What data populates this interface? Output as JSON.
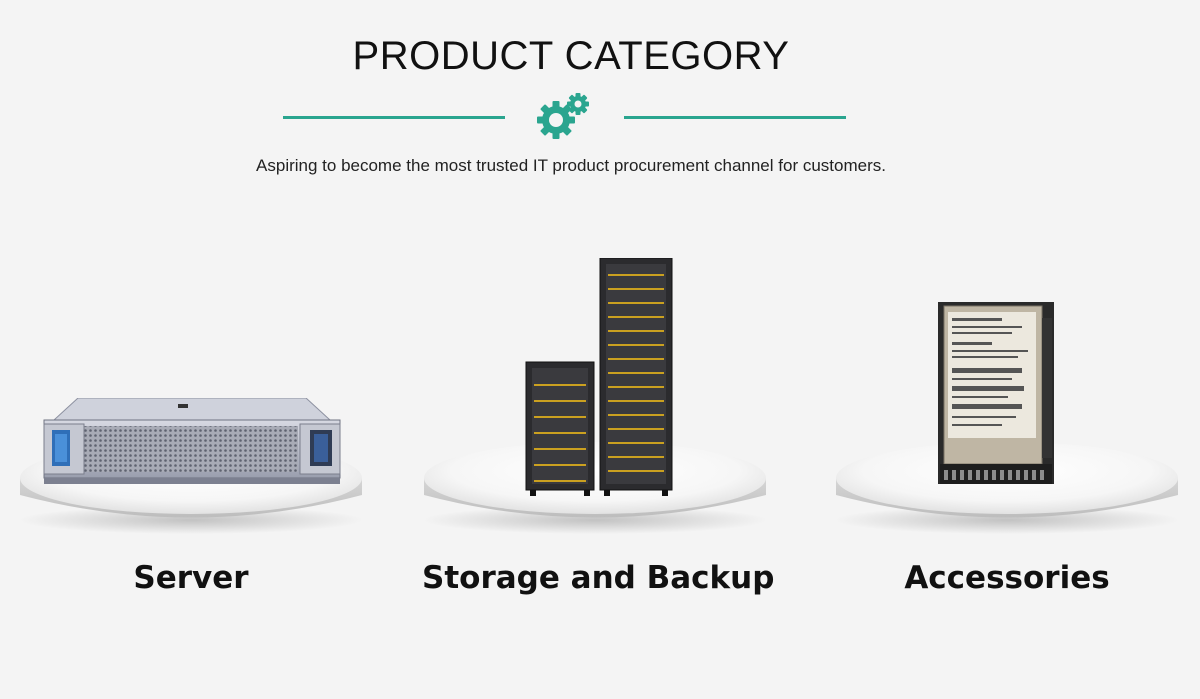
{
  "header": {
    "title": "PRODUCT CATEGORY",
    "subtitle": "Aspiring to become the most trusted IT product procurement channel for customers.",
    "accent_color": "#2aa58f",
    "icon": "gear-icon"
  },
  "categories": [
    {
      "label": "Server",
      "image": "rack-server-image"
    },
    {
      "label": "Storage and Backup",
      "image": "storage-rack-image"
    },
    {
      "label": "Accessories",
      "image": "hard-drive-image"
    }
  ]
}
